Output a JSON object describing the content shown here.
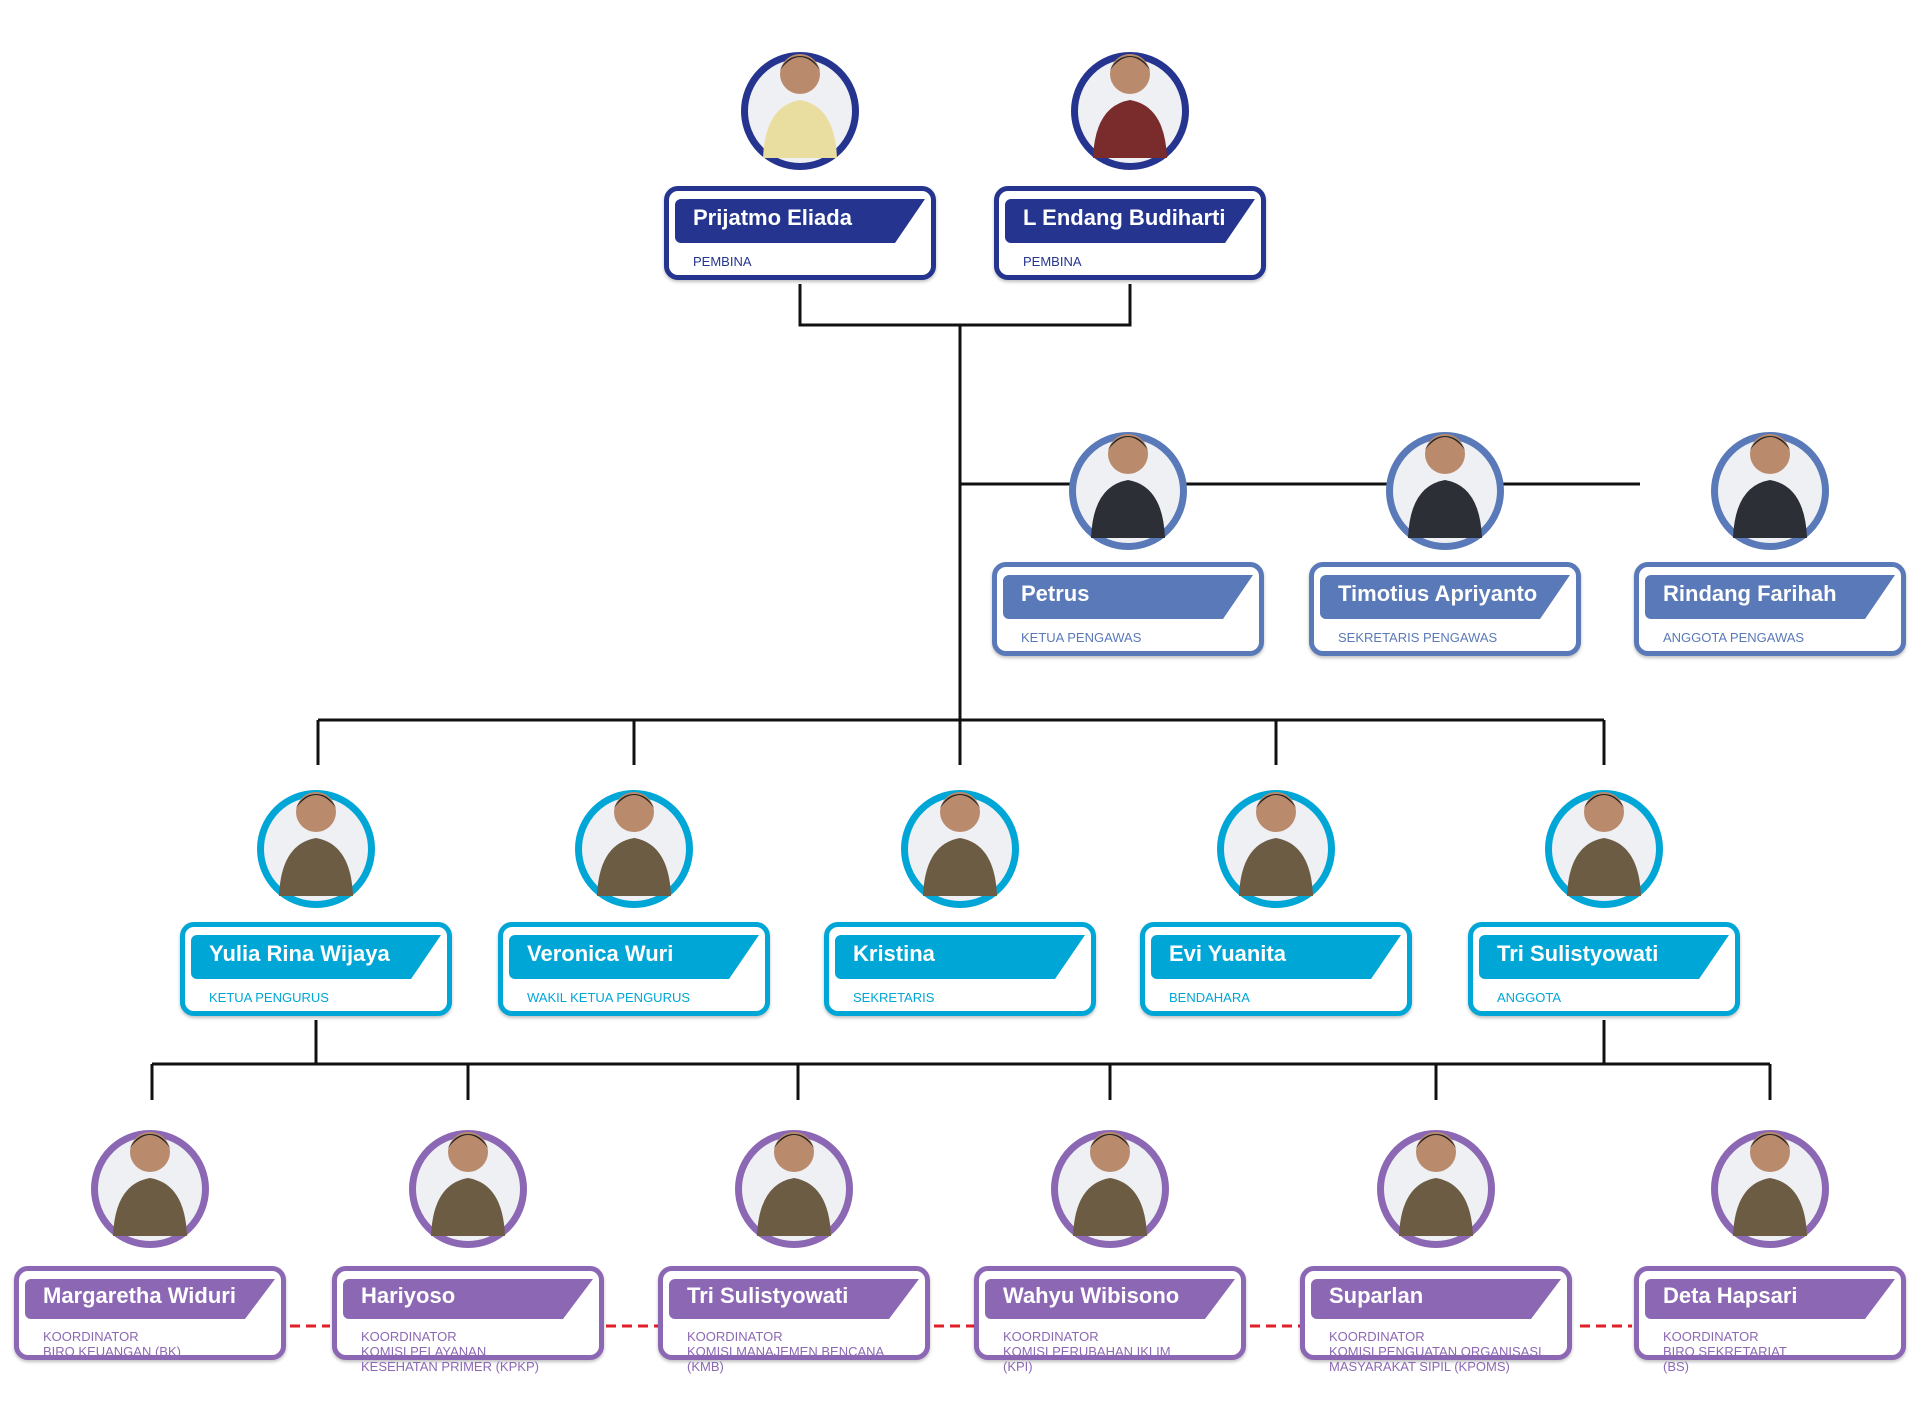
{
  "colors": {
    "pembina": "#25358f",
    "pengawas": "#5a79b8",
    "pengurus": "#00a6d6",
    "koordinator": "#8c68b4",
    "line": "#111111",
    "dash": "#e21f26"
  },
  "pembina": [
    {
      "name": "Prijatmo Eliada",
      "role": "PEMBINA"
    },
    {
      "name": "L Endang Budiharti",
      "role": "PEMBINA"
    }
  ],
  "pengawas": [
    {
      "name": "Petrus",
      "role": "KETUA PENGAWAS"
    },
    {
      "name": "Timotius Apriyanto",
      "role": "SEKRETARIS PENGAWAS"
    },
    {
      "name": "Rindang Farihah",
      "role": "ANGGOTA PENGAWAS"
    }
  ],
  "pengurus": [
    {
      "name": "Yulia Rina Wijaya",
      "role": "KETUA PENGURUS"
    },
    {
      "name": "Veronica Wuri",
      "role": "WAKIL KETUA PENGURUS"
    },
    {
      "name": "Kristina",
      "role": "SEKRETARIS"
    },
    {
      "name": "Evi Yuanita",
      "role": "BENDAHARA"
    },
    {
      "name": "Tri Sulistyowati",
      "role": "ANGGOTA"
    }
  ],
  "koordinator": [
    {
      "name": "Margaretha Widuri",
      "role": "KOORDINATOR\nBIRO KEUANGAN (BK)"
    },
    {
      "name": "Hariyoso",
      "role": "KOORDINATOR\nKOMISI PELAYANAN\nKESEHATAN PRIMER (KPKP)"
    },
    {
      "name": "Tri Sulistyowati",
      "role": "KOORDINATOR\nKOMISI MANAJEMEN BENCANA\n(KMB)"
    },
    {
      "name": "Wahyu Wibisono",
      "role": "KOORDINATOR\nKOMISI PERUBAHAN IKLIM\n(KPI)"
    },
    {
      "name": "Suparlan",
      "role": "KOORDINATOR\nKOMISI PENGUATAN ORGANISASI\nMASYARAKAT SIPIL (KPOMS)"
    },
    {
      "name": "Deta Hapsari",
      "role": "KOORDINATOR\nBIRO SEKRETARIAT\n(BS)"
    }
  ]
}
